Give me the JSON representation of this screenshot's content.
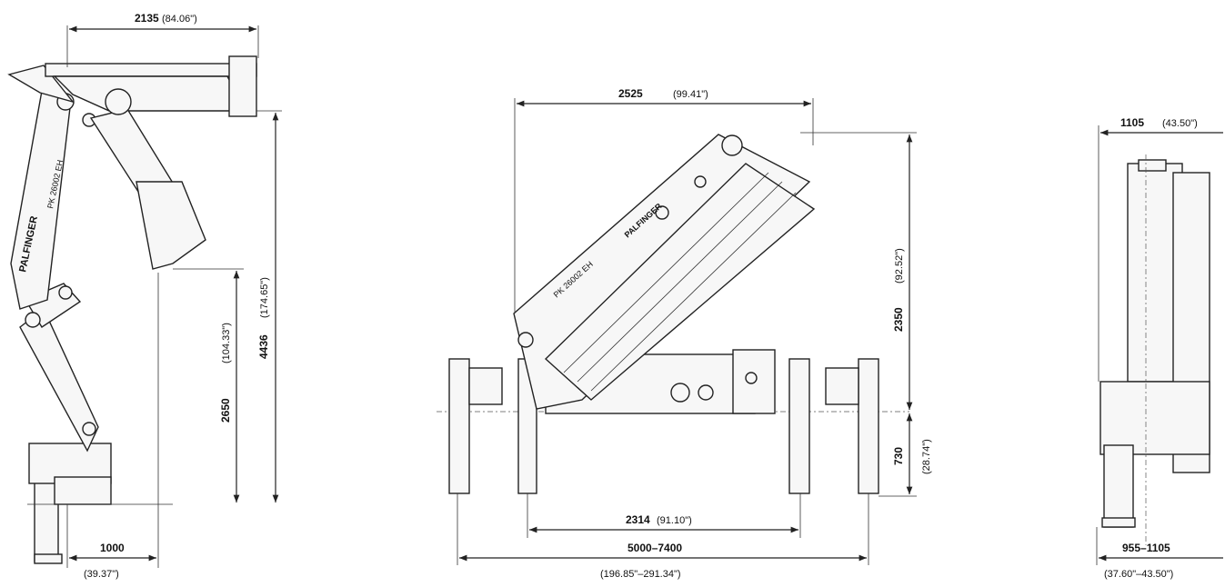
{
  "side_view": {
    "crane_model": "PK 26002 EH",
    "brand": "PALFINGER",
    "dims": {
      "reach_top": {
        "value": "2135",
        "imperial": "(84.06\")"
      },
      "height_right_outer": {
        "value": "4436",
        "imperial": "(174.65\")"
      },
      "height_right_inner": {
        "value": "2650",
        "imperial": "(104.33\")"
      },
      "base_offset": {
        "value": "1000",
        "imperial": "(39.37\")"
      }
    }
  },
  "front_view": {
    "crane_model": "PK 26002 EH",
    "brand": "PALFINGER",
    "dims": {
      "top_width": {
        "value": "2525",
        "imperial": "(99.41\")"
      },
      "height_upper": {
        "value": "2350",
        "imperial": "(92.52\")"
      },
      "height_lower": {
        "value": "730",
        "imperial": "(28.74\")"
      },
      "stabilizer_inner": {
        "value": "2314",
        "imperial": "(91.10\")"
      },
      "stabilizer_outer": {
        "value": "5000–7400",
        "imperial": "(196.85\"–291.34\")"
      }
    }
  },
  "rear_view": {
    "dims": {
      "top_width": {
        "value": "1105",
        "imperial": "(43.50\")"
      },
      "base_width": {
        "value": "955–1105",
        "imperial": "(37.60\"–43.50\")"
      }
    }
  }
}
